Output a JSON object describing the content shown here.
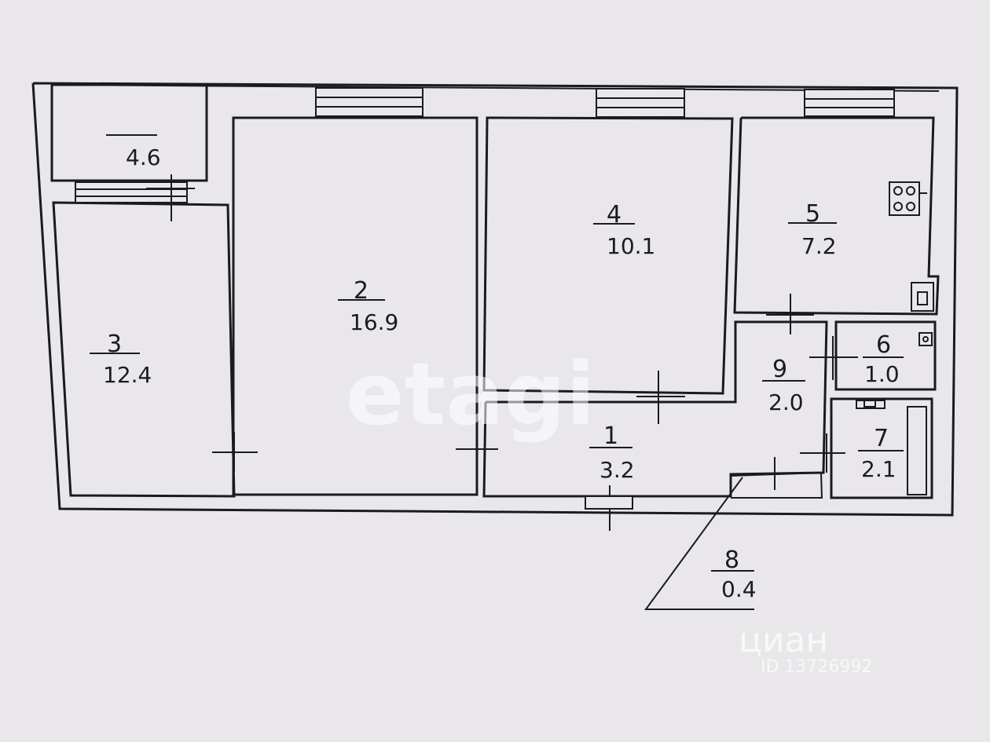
{
  "rooms": [
    {
      "id": "1",
      "area": "3.2"
    },
    {
      "id": "2",
      "area": "16.9"
    },
    {
      "id": "3",
      "area": "12.4"
    },
    {
      "id": "4",
      "area": "10.1"
    },
    {
      "id": "5",
      "area": "7.2"
    },
    {
      "id": "6",
      "area": "1.0"
    },
    {
      "id": "7",
      "area": "2.1"
    },
    {
      "id": "8",
      "area": "0.4"
    },
    {
      "id": "9",
      "area": "2.0"
    },
    {
      "id": "balcony",
      "area": "4.6"
    }
  ],
  "watermark": {
    "brand": "etagi",
    "site": "циан",
    "listing_id": "ID 13726992"
  }
}
